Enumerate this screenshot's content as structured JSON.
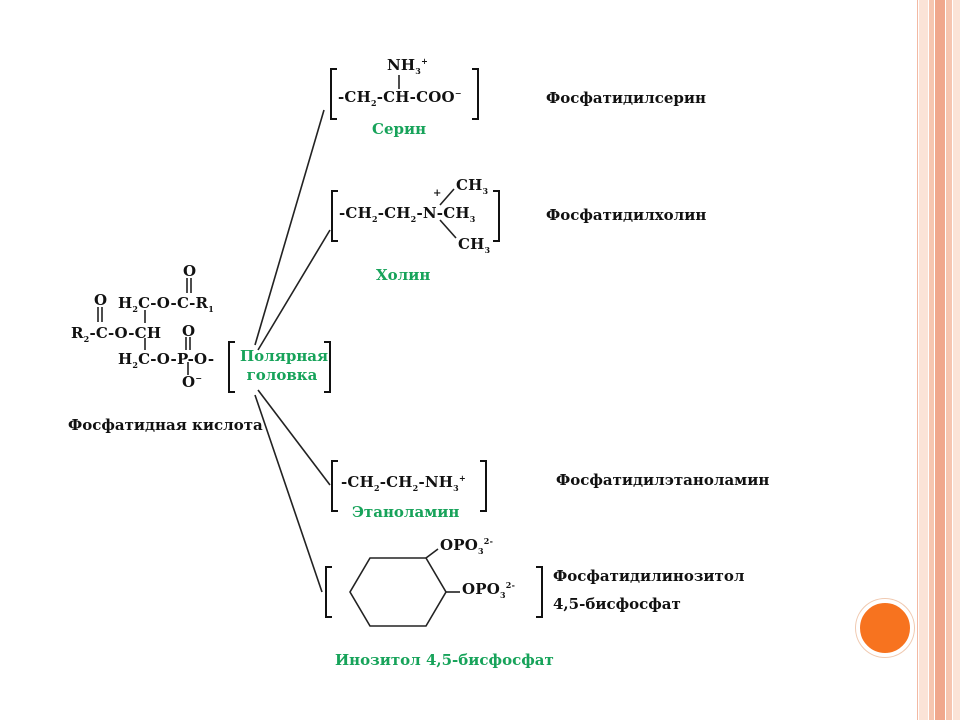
{
  "colors": {
    "stripe_light": "#fbe3d7",
    "stripe_mid": "#f6c5b0",
    "stripe_dark": "#f0a78d",
    "accent_orange": "#f7731f",
    "label_green": "#17a35a",
    "text": "#111111"
  },
  "phosphatidic_acid": {
    "top_o": "O",
    "left_o": "O",
    "row1_main": "H",
    "row1_sub2": "2",
    "row1_rest": "C-O-C-R",
    "row1_sub1": "1",
    "row2_r": "R",
    "row2_sub2": "2",
    "row2_rest": "-C-O-CH",
    "row3_main": "H",
    "row3_sub2": "2",
    "row3_rest": "C-O-P-O-",
    "p_top_o": "O",
    "bottom_o": "O",
    "bottom_o_sup": "−",
    "name": "Фосфатидная кислота"
  },
  "polar_head": {
    "line1": "Полярная",
    "line2": "головка"
  },
  "serine": {
    "nh3": "NH",
    "nh3_sub": "3",
    "nh3_sup": "+",
    "chain_a": "-CH",
    "chain_sub": "2",
    "chain_b": "-CH-COO",
    "chain_sup": "−",
    "label": "Серин",
    "product": "Фосфатидилсерин"
  },
  "choline": {
    "plus": "+",
    "ch3_top": "CH",
    "ch3_top_sub": "3",
    "chain_a": "-CH",
    "chain_sub1": "2",
    "chain_b": "-CH",
    "chain_sub2": "2",
    "chain_c": "-N-CH",
    "chain_sub3": "3",
    "ch3_bottom": "CH",
    "ch3_bottom_sub": "3",
    "label": "Холин",
    "product": "Фосфатидилхолин"
  },
  "ethanolamine": {
    "chain_a": "-CH",
    "chain_sub1": "2",
    "chain_b": "-CH",
    "chain_sub2": "2",
    "chain_c": "-NH",
    "chain_sub3": "3",
    "chain_sup": "+",
    "label": "Этаноламин",
    "product": "Фосфатидилэтаноламин"
  },
  "inositol": {
    "opo_top": "OPO",
    "opo_top_sub": "3",
    "opo_top_sup": "2-",
    "opo_right": "OPO",
    "opo_right_sub": "3",
    "opo_right_sup": "2-",
    "label": "Инозитол 4,5-бисфосфат",
    "product_line1": "Фосфатидилинозитол",
    "product_line2": "4,5-бисфосфат"
  }
}
